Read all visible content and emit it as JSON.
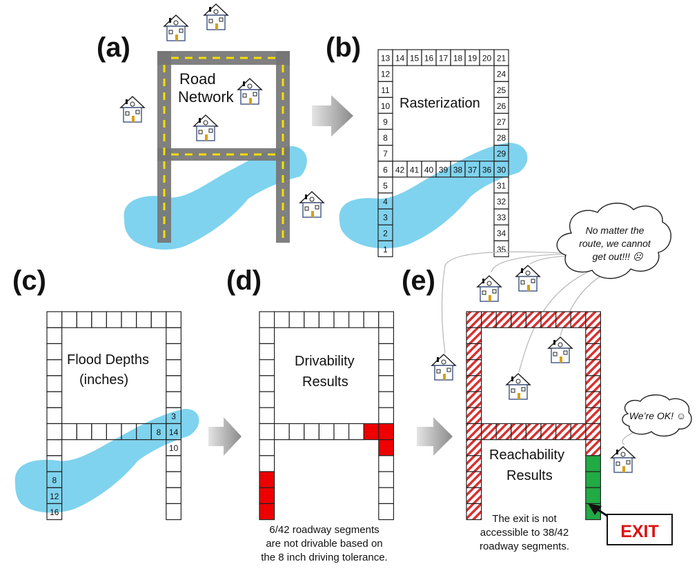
{
  "panels": {
    "a": {
      "label": "(a)",
      "title_line1": "Road",
      "title_line2": "Network"
    },
    "b": {
      "label": "(b)",
      "title": "Rasterization",
      "top_row": [
        "13",
        "14",
        "15",
        "16",
        "17",
        "18",
        "19",
        "20",
        "21"
      ],
      "left_col": [
        "12",
        "11",
        "10",
        "9",
        "8",
        "7",
        "6",
        "5",
        "4",
        "3",
        "2",
        "1"
      ],
      "right_col": [
        "24",
        "25",
        "26",
        "27",
        "28",
        "29",
        "30",
        "31",
        "32",
        "33",
        "34",
        "35"
      ],
      "mid_row": [
        "42",
        "41",
        "40",
        "39",
        "38",
        "37",
        "36"
      ]
    },
    "c": {
      "label": "(c)",
      "title_line1": "Flood Depths",
      "title_line2": "(inches)",
      "depths": {
        "r3": "3",
        "mid_8": "8",
        "r14": "14",
        "r10": "10",
        "l8": "8",
        "l12": "12",
        "l16": "16"
      }
    },
    "d": {
      "label": "(d)",
      "title_line1": "Drivability",
      "title_line2": "Results",
      "caption_line1": "6/42 roadway segments",
      "caption_line2": "are not drivable based on",
      "caption_line3": "the 8 inch driving tolerance."
    },
    "e": {
      "label": "(e)",
      "title_line1": "Reachability",
      "title_line2": "Results",
      "caption_line1": "The exit is not",
      "caption_line2": "accessible to 38/42",
      "caption_line3": "roadway segments.",
      "exit_label": "EXIT",
      "bubble_stuck_line1": "No matter the",
      "bubble_stuck_line2": "route, we cannot",
      "bubble_stuck_line3": "get out!!! ☹",
      "bubble_ok": "We’re OK! ☺"
    }
  },
  "colors": {
    "water": "#7fd3ee",
    "road": "#757575",
    "dash": "#f5e000",
    "blocked": "#ee0000",
    "reachable": "#22aa44",
    "hatch": "#d93030",
    "arrow": "#999999"
  },
  "icons": [
    "house-icon",
    "thought-bubble-icon",
    "flow-arrow-icon"
  ]
}
